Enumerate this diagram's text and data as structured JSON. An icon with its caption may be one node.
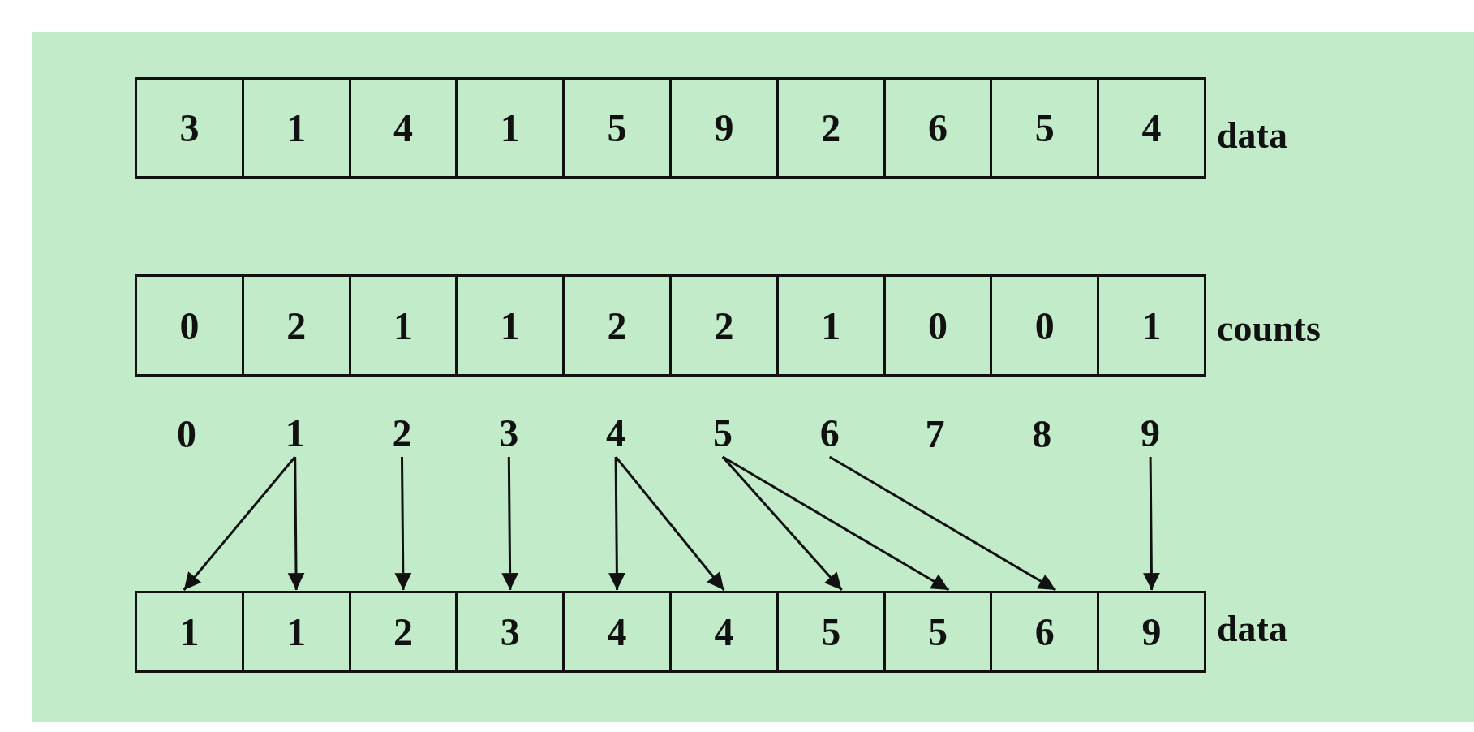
{
  "diagram": {
    "nodes": [
      {
        "text": [
          "3"
        ]
      },
      {
        "text": [
          "1"
        ]
      },
      {
        "text": [
          "4"
        ]
      },
      {
        "text": [
          "1"
        ]
      },
      {
        "text": [
          "5"
        ]
      },
      {
        "text": [
          "9"
        ]
      },
      {
        "text": [
          "2"
        ]
      },
      {
        "text": [
          "6"
        ]
      },
      {
        "text": [
          "5"
        ]
      },
      {
        "text": [
          "4"
        ]
      },
      {
        "text": [
          "0"
        ]
      },
      {
        "text": [
          "2"
        ]
      },
      {
        "text": [
          "1"
        ]
      },
      {
        "text": [
          "1"
        ]
      },
      {
        "text": [
          "2"
        ]
      },
      {
        "text": [
          "2"
        ]
      },
      {
        "text": [
          "1"
        ]
      },
      {
        "text": [
          "0"
        ]
      },
      {
        "text": [
          "0"
        ]
      },
      {
        "text": [
          "1"
        ]
      },
      {
        "text": [
          "1"
        ]
      },
      {
        "text": [
          "2"
        ]
      },
      {
        "text": [
          "3"
        ]
      },
      {
        "text": [
          "4"
        ]
      },
      {
        "text": [
          "5"
        ]
      },
      {
        "text": [
          "6"
        ]
      },
      {
        "text": [
          "9"
        ]
      },
      {
        "text": [
          "1"
        ]
      },
      {
        "text": [
          "1"
        ]
      },
      {
        "text": [
          "2"
        ]
      },
      {
        "text": [
          "3"
        ]
      },
      {
        "text": [
          "4"
        ]
      },
      {
        "text": [
          "4"
        ]
      },
      {
        "text": [
          "5"
        ]
      },
      {
        "text": [
          "5"
        ]
      },
      {
        "text": [
          "6"
        ]
      },
      {
        "text": [
          "9"
        ]
      }
    ],
    "edges": [
      {
        "from": 20,
        "to": 27,
        "arrow": "to"
      },
      {
        "from": 20,
        "to": 28,
        "arrow": "to"
      },
      {
        "from": 21,
        "to": 29,
        "arrow": "to"
      },
      {
        "from": 22,
        "to": 30,
        "arrow": "to"
      },
      {
        "from": 23,
        "to": 31,
        "arrow": "to"
      },
      {
        "from": 23,
        "to": 32,
        "arrow": "to"
      },
      {
        "from": 24,
        "to": 33,
        "arrow": "to"
      },
      {
        "from": 24,
        "to": 34,
        "arrow": "to"
      },
      {
        "from": 25,
        "to": 35,
        "arrow": "to"
      },
      {
        "from": 26,
        "to": 36,
        "arrow": "to"
      }
    ],
    "labels": [
      "data",
      "counts",
      "0",
      "7",
      "8",
      "data"
    ]
  }
}
